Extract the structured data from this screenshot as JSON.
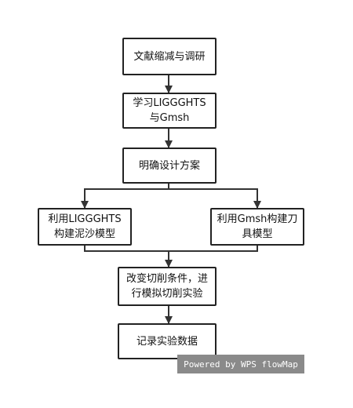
{
  "nodes": {
    "n1": "文献缩减与调研",
    "n2": "学习LIGGGHTS与Gmsh",
    "n3": "明确设计方案",
    "n4": "利用LIGGGHTS构建泥沙模型",
    "n5": "利用Gmsh构建刀具模型",
    "n6": "改变切削条件，进行模拟切削实验",
    "n7": "记录实验数据"
  },
  "watermark": "Powered by WPS flowMap",
  "colors": {
    "line": "#333333",
    "border": "#222222",
    "watermark_bg": "#8a8a8a"
  }
}
